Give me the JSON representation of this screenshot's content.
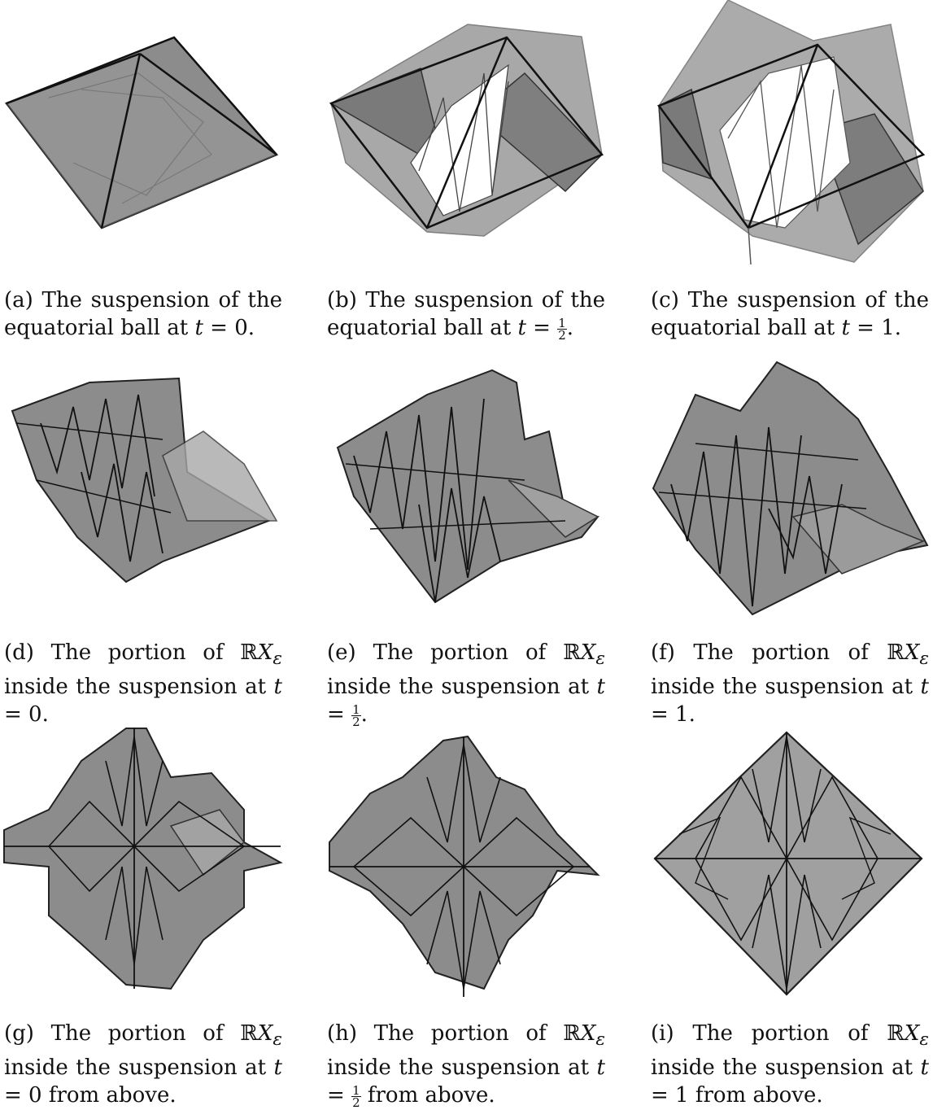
{
  "figure": {
    "panels": [
      {
        "id": "a",
        "tag": "(a)",
        "caption_text": "The suspension of the equatorial ball at",
        "t_label": "t = 0."
      },
      {
        "id": "b",
        "tag": "(b)",
        "caption_text": "The suspension of the equatorial ball at",
        "t_label": "t = ½."
      },
      {
        "id": "c",
        "tag": "(c)",
        "caption_text": "The suspension of the equatorial ball at",
        "t_label": "t = 1."
      },
      {
        "id": "d",
        "tag": "(d)",
        "caption_text": "The portion of ℝX_ε inside the suspension at",
        "t_label": "t = 0."
      },
      {
        "id": "e",
        "tag": "(e)",
        "caption_text": "The portion of ℝX_ε inside the suspension at",
        "t_label": "t = ½."
      },
      {
        "id": "f",
        "tag": "(f)",
        "caption_text": "The portion of ℝX_ε inside the suspension at",
        "t_label": "t = 1."
      },
      {
        "id": "g",
        "tag": "(g)",
        "caption_text": "The portion of ℝX_ε inside the suspension at",
        "t_label": "t = 0 from above."
      },
      {
        "id": "h",
        "tag": "(h)",
        "caption_text": "The portion of ℝX_ε inside the suspension at",
        "t_label": "t = ½ from above."
      },
      {
        "id": "i",
        "tag": "(i)",
        "caption_text": "The portion of ℝX_ε inside the suspension at",
        "t_label": "t = 1 from above."
      }
    ],
    "colors": {
      "face": "#8c8c8c",
      "face_light": "#b4b4b4",
      "edge": "#111111",
      "edge_light": "#6a6a6a"
    }
  }
}
